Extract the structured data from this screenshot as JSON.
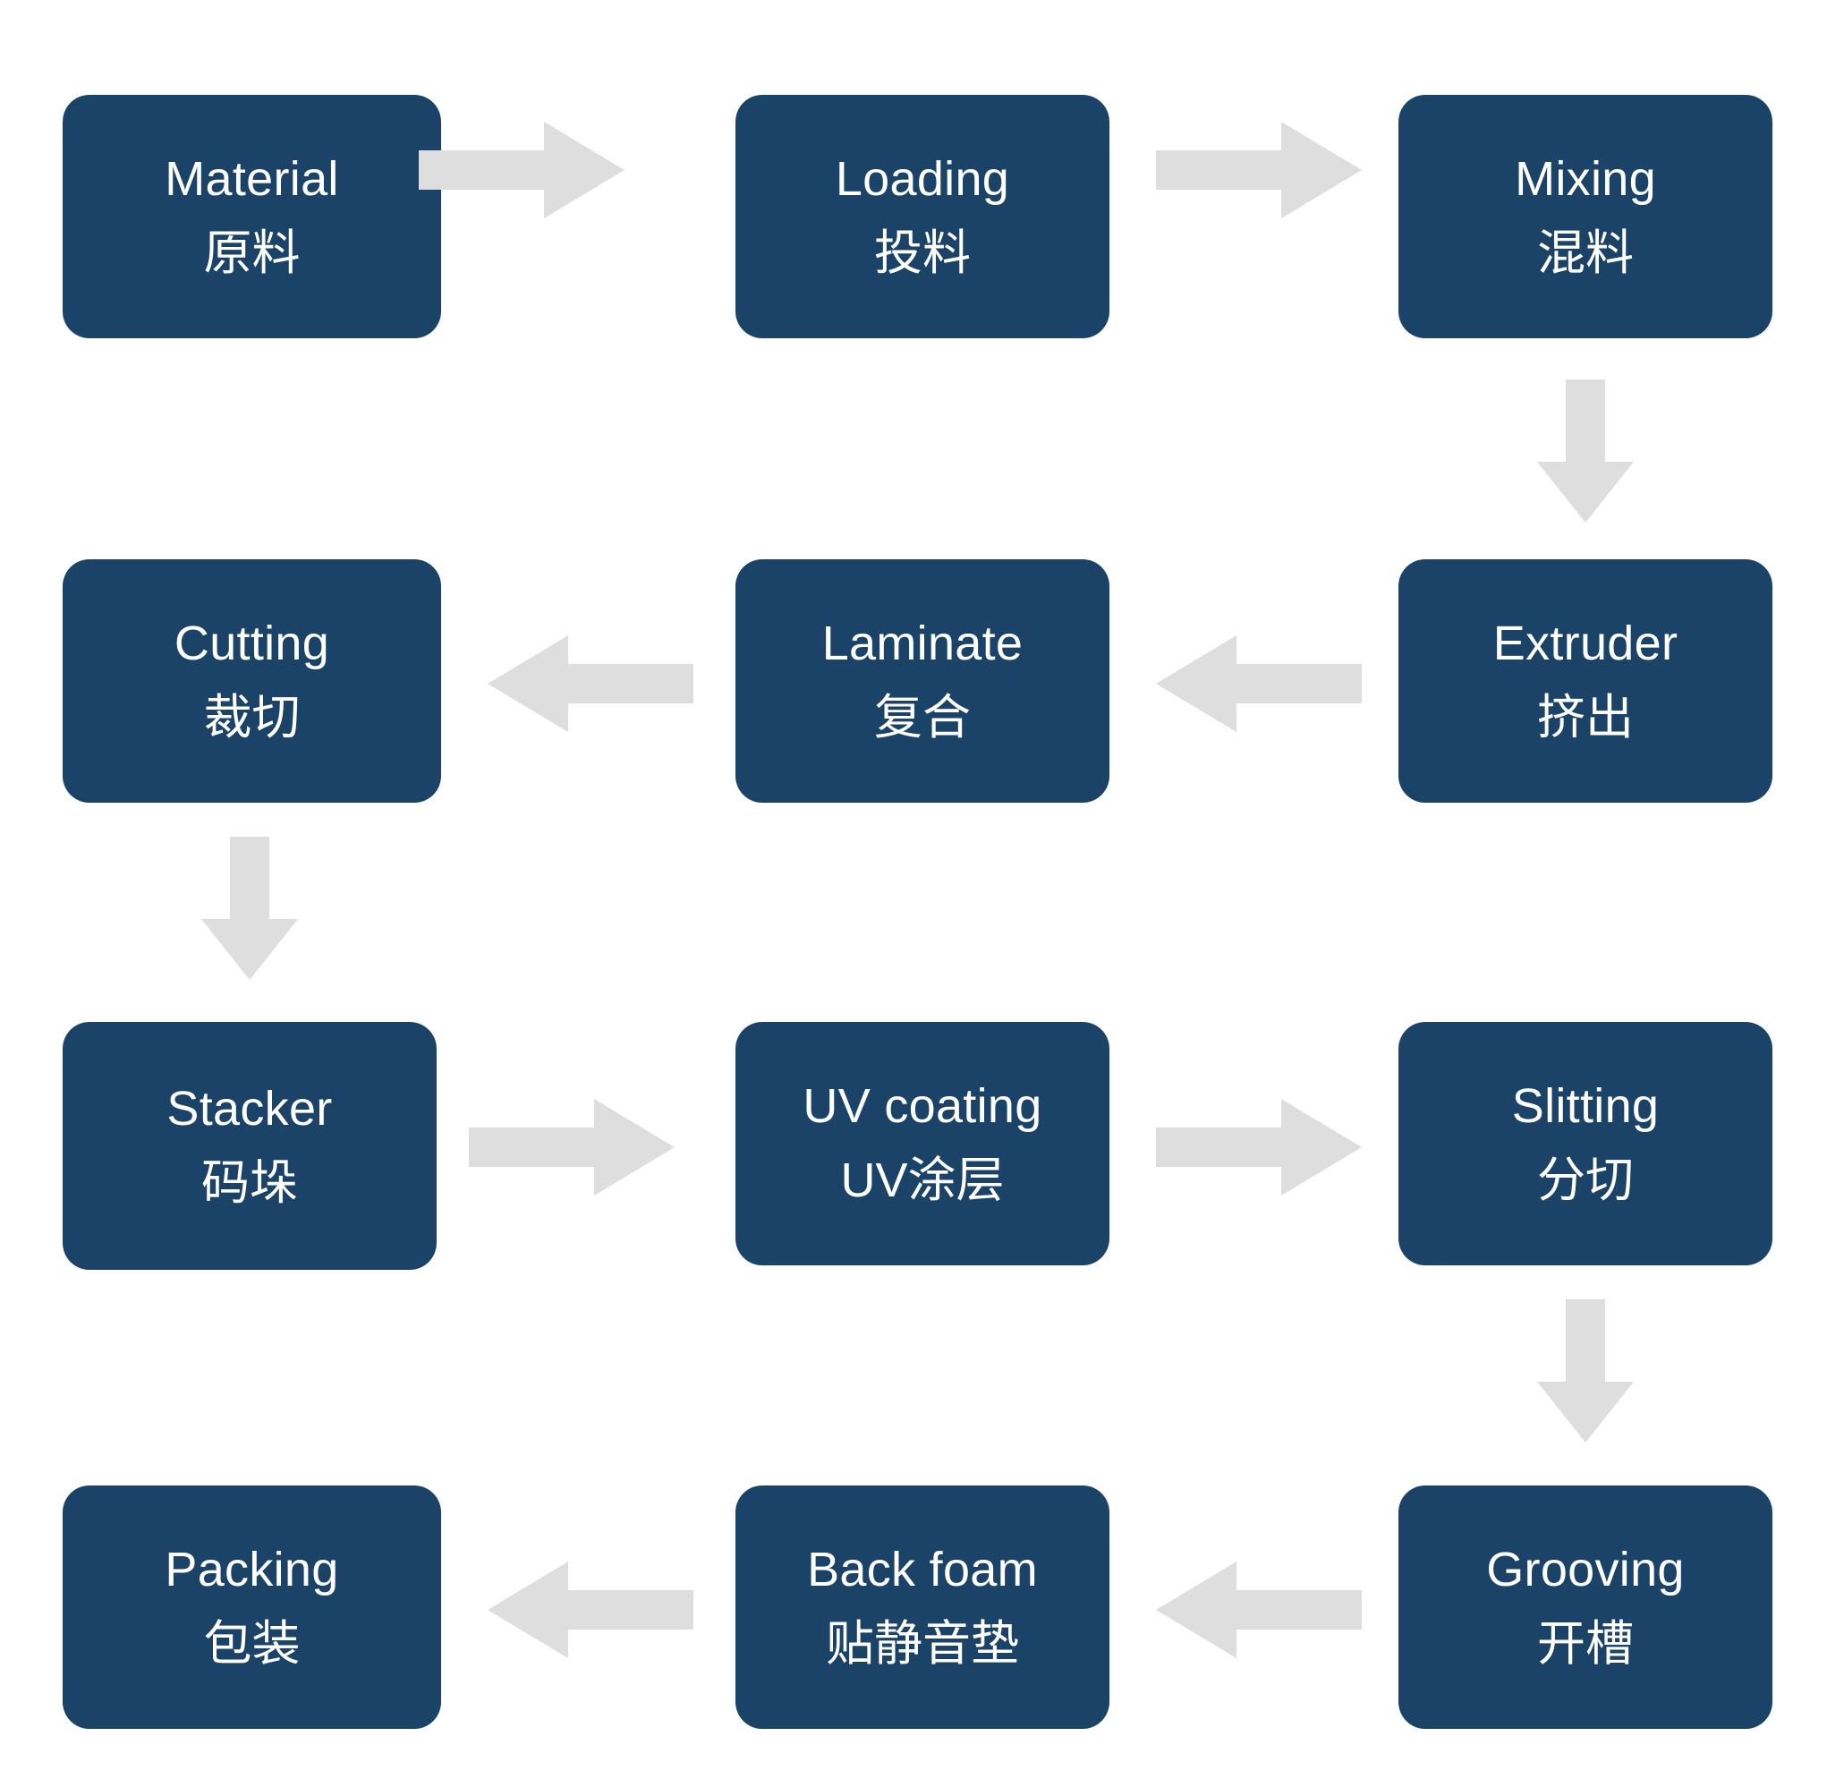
{
  "diagram": {
    "title": "Flooring production process flowchart",
    "background_color": "#ffffff",
    "node_color": "#1b4367",
    "node_text_color": "#ffffff",
    "arrow_color": "#dedede",
    "rows": 4,
    "columns": 3
  },
  "nodes": [
    {
      "id": "material",
      "en": "Material",
      "zh": "原料",
      "row": 1,
      "col": 1
    },
    {
      "id": "loading",
      "en": "Loading",
      "zh": "投料",
      "row": 1,
      "col": 2
    },
    {
      "id": "mixing",
      "en": "Mixing",
      "zh": "混料",
      "row": 1,
      "col": 3
    },
    {
      "id": "cutting",
      "en": "Cutting",
      "zh": "裁切",
      "row": 2,
      "col": 1
    },
    {
      "id": "laminate",
      "en": "Laminate",
      "zh": "复合",
      "row": 2,
      "col": 2
    },
    {
      "id": "extruder",
      "en": "Extruder",
      "zh": "挤出",
      "row": 2,
      "col": 3
    },
    {
      "id": "stacker",
      "en": "Stacker",
      "zh": "码垛",
      "row": 3,
      "col": 1
    },
    {
      "id": "uv-coating",
      "en": "UV coating",
      "zh": "UV涂层",
      "row": 3,
      "col": 2
    },
    {
      "id": "slitting",
      "en": "Slitting",
      "zh": "分切",
      "row": 3,
      "col": 3
    },
    {
      "id": "packing",
      "en": "Packing",
      "zh": "包装",
      "row": 4,
      "col": 1
    },
    {
      "id": "back-foam",
      "en": "Back foam",
      "zh": "贴静音垫",
      "row": 4,
      "col": 2
    },
    {
      "id": "grooving",
      "en": "Grooving",
      "zh": "开槽",
      "row": 4,
      "col": 3
    }
  ],
  "connections": [
    {
      "id": "material-to-loading",
      "from": "material",
      "to": "loading",
      "direction": "right"
    },
    {
      "id": "loading-to-mixing",
      "from": "loading",
      "to": "mixing",
      "direction": "right"
    },
    {
      "id": "mixing-to-extruder",
      "from": "mixing",
      "to": "extruder",
      "direction": "down"
    },
    {
      "id": "extruder-to-laminate",
      "from": "extruder",
      "to": "laminate",
      "direction": "left"
    },
    {
      "id": "laminate-to-cutting",
      "from": "laminate",
      "to": "cutting",
      "direction": "left"
    },
    {
      "id": "cutting-to-stacker",
      "from": "cutting",
      "to": "stacker",
      "direction": "down"
    },
    {
      "id": "stacker-to-uv-coating",
      "from": "stacker",
      "to": "uv-coating",
      "direction": "right"
    },
    {
      "id": "uv-coating-to-slitting",
      "from": "uv-coating",
      "to": "slitting",
      "direction": "right"
    },
    {
      "id": "slitting-to-grooving",
      "from": "slitting",
      "to": "grooving",
      "direction": "down"
    },
    {
      "id": "grooving-to-back-foam",
      "from": "grooving",
      "to": "back-foam",
      "direction": "left"
    },
    {
      "id": "back-foam-to-packing",
      "from": "back-foam",
      "to": "packing",
      "direction": "left"
    }
  ]
}
